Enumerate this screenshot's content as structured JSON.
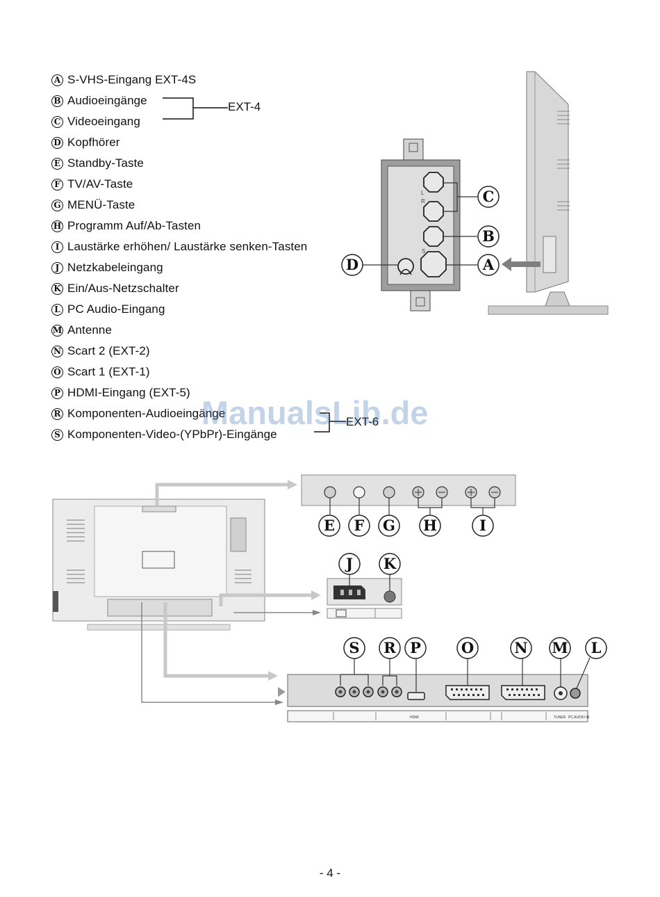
{
  "legend": {
    "items": [
      {
        "letter": "A",
        "text": "S-VHS-Eingang   EXT-4S"
      },
      {
        "letter": "B",
        "text": "Audioeingänge"
      },
      {
        "letter": "C",
        "text": "Videoeingang"
      },
      {
        "letter": "D",
        "text": "Kopfhörer"
      },
      {
        "letter": "E",
        "text": "Standby-Taste"
      },
      {
        "letter": "F",
        "text": "TV/AV-Taste"
      },
      {
        "letter": "G",
        "text": "MENÜ-Taste"
      },
      {
        "letter": "H",
        "text": "Programm Auf/Ab-Tasten"
      },
      {
        "letter": "I",
        "text": "Laustärke erhöhen/ Laustärke senken-Tasten"
      },
      {
        "letter": "J",
        "text": "Netzkabeleingang"
      },
      {
        "letter": "K",
        "text": "Ein/Aus-Netzschalter"
      },
      {
        "letter": "L",
        "text": "PC Audio-Eingang"
      },
      {
        "letter": "M",
        "text": " Antenne"
      },
      {
        "letter": "N",
        "text": "Scart 2 (EXT-2)"
      },
      {
        "letter": "O",
        "text": "Scart 1 (EXT-1)"
      },
      {
        "letter": "P",
        "text": "HDMI-Eingang (EXT-5)"
      },
      {
        "letter": "R",
        "text": " Komponenten-Audioeingänge"
      },
      {
        "letter": "S",
        "text": " Komponenten-Video-(YPbPr)-Eingänge"
      }
    ],
    "group_ext4": "EXT-4",
    "group_ext6": "EXT-6"
  },
  "watermark": "ManualsLib.de",
  "page_number": "- 4 -",
  "diagram": {
    "callouts": [
      "A",
      "B",
      "C",
      "D",
      "E",
      "F",
      "G",
      "H",
      "I",
      "J",
      "K",
      "L",
      "M",
      "N",
      "O",
      "P",
      "R",
      "S"
    ],
    "side_panel_labels": {
      "left": "L",
      "right": "R",
      "svideo": "S"
    },
    "rear_labels": {
      "hdmi": "HDMI",
      "tuner": "TUNER",
      "pc_audio": "PC AUDIO IN"
    }
  }
}
